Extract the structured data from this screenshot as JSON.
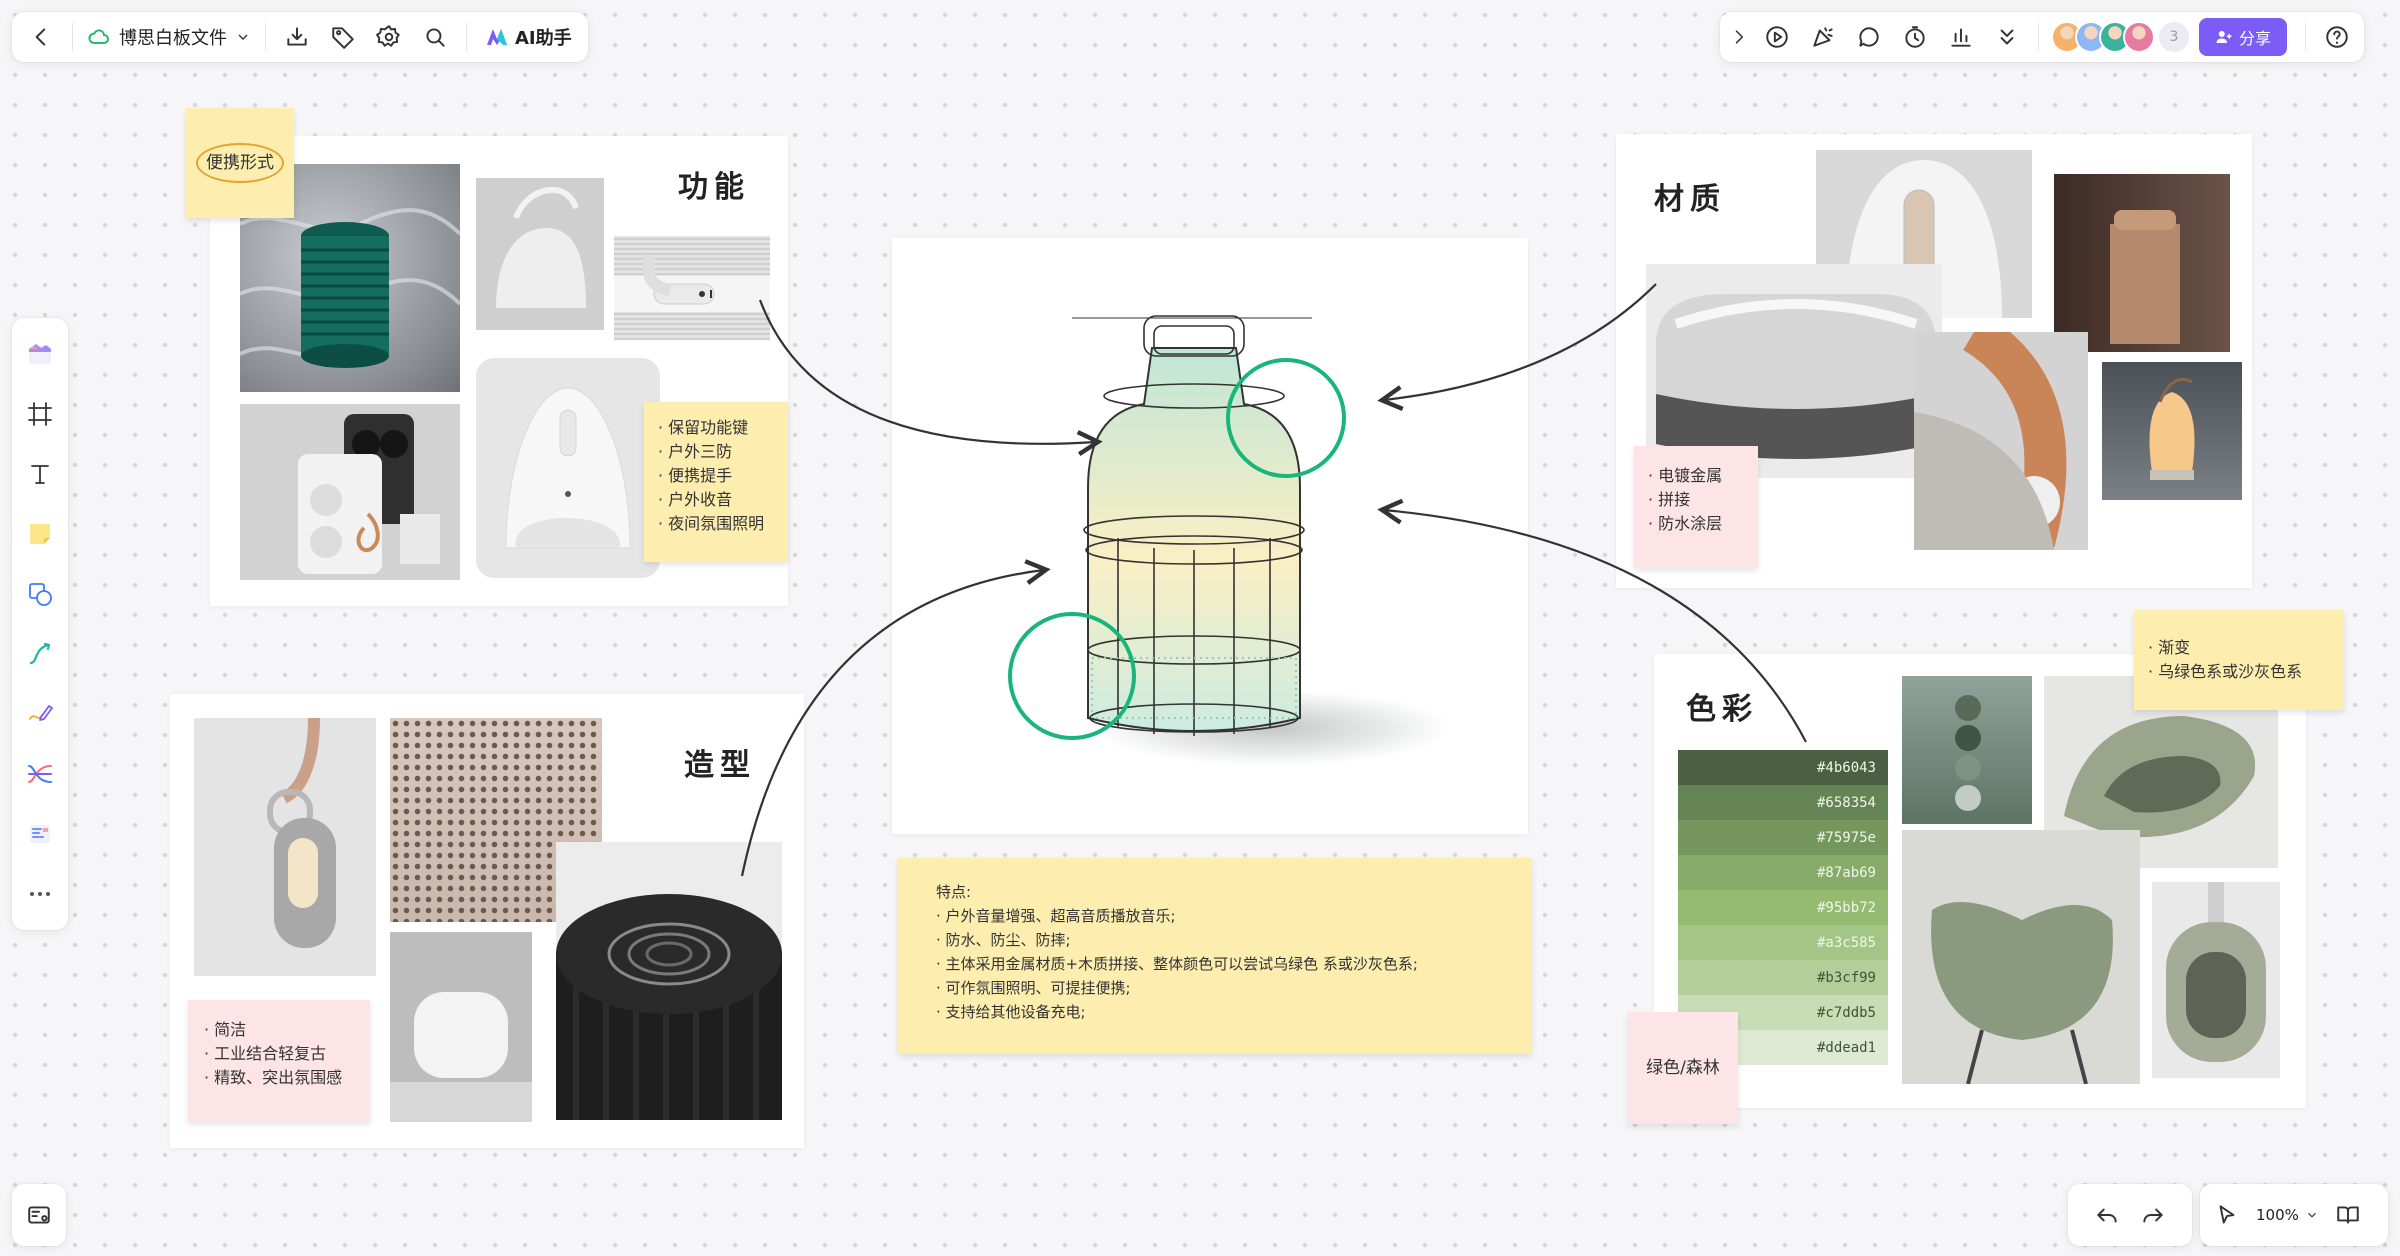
{
  "header": {
    "doc_title": "博思白板文件",
    "ai_label": "AI助手",
    "share_label": "分享",
    "avatar_count": "3",
    "avatar_colors": [
      "#f4b26b",
      "#8fb7f5",
      "#3ab39a",
      "#e77aa0"
    ]
  },
  "boards": {
    "function": {
      "title": "功能",
      "tag": "便携形式",
      "notes": [
        "保留功能键",
        "户外三防",
        "便携提手",
        "户外收音",
        "夜间氛围照明"
      ]
    },
    "shape": {
      "title": "造型",
      "notes": [
        "简洁",
        "工业结合轻复古",
        "精致、突出氛围感"
      ]
    },
    "material": {
      "title": "材质",
      "notes": [
        "电镀金属",
        "拼接",
        "防水涂层"
      ]
    },
    "color": {
      "title": "色彩",
      "swatches": [
        "#4b6043",
        "#658354",
        "#75975e",
        "#87ab69",
        "#95bb72",
        "#a3c585",
        "#b3cf99",
        "#c7ddb5",
        "#ddead1"
      ],
      "theme_label": "绿色/森林"
    }
  },
  "gradient_note": [
    "渐变",
    "乌绿色系或沙灰色系"
  ],
  "features": {
    "heading": "特点:",
    "items": [
      "户外音量增强、超高音质播放音乐;",
      "防水、防尘、防摔;",
      "主体采用金属材质+木质拼接、整体颜色可以尝试乌绿色 系或沙灰色系;",
      "可作氛围照明、可提挂便携;",
      "支持给其他设备充电;"
    ]
  },
  "bottom": {
    "zoom": "100%"
  },
  "colors": {
    "accent": "#7b5cf7",
    "sticky_yellow": "#fdeeb0",
    "sticky_pink": "#fde4e6",
    "sketch_green": "#19b57a"
  }
}
